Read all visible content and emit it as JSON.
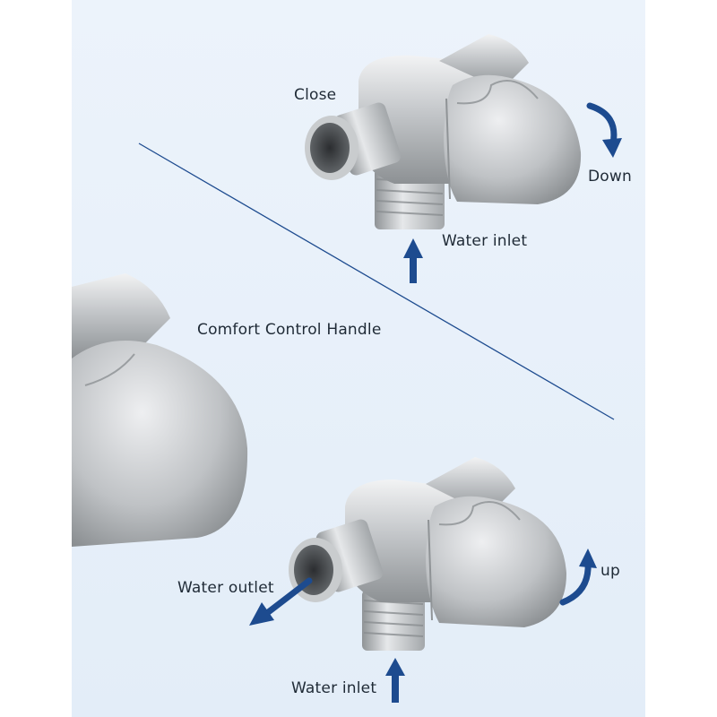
{
  "labels": {
    "top_close": "Close",
    "top_down": "Down",
    "top_water_inlet": "Water inlet",
    "handle_caption": "Comfort Control Handle",
    "bottom_water_outlet": "Water outlet",
    "bottom_up": "up",
    "bottom_water_inlet": "Water inlet"
  },
  "colors": {
    "background": "#e6eff9",
    "arrow": "#1d4b8f",
    "divider": "#1d4b8f",
    "metal": "#b9bcbf"
  },
  "icons": [
    "up-arrow-icon",
    "rotate-down-arrow-icon",
    "rotate-up-arrow-icon",
    "outlet-arrow-icon"
  ]
}
